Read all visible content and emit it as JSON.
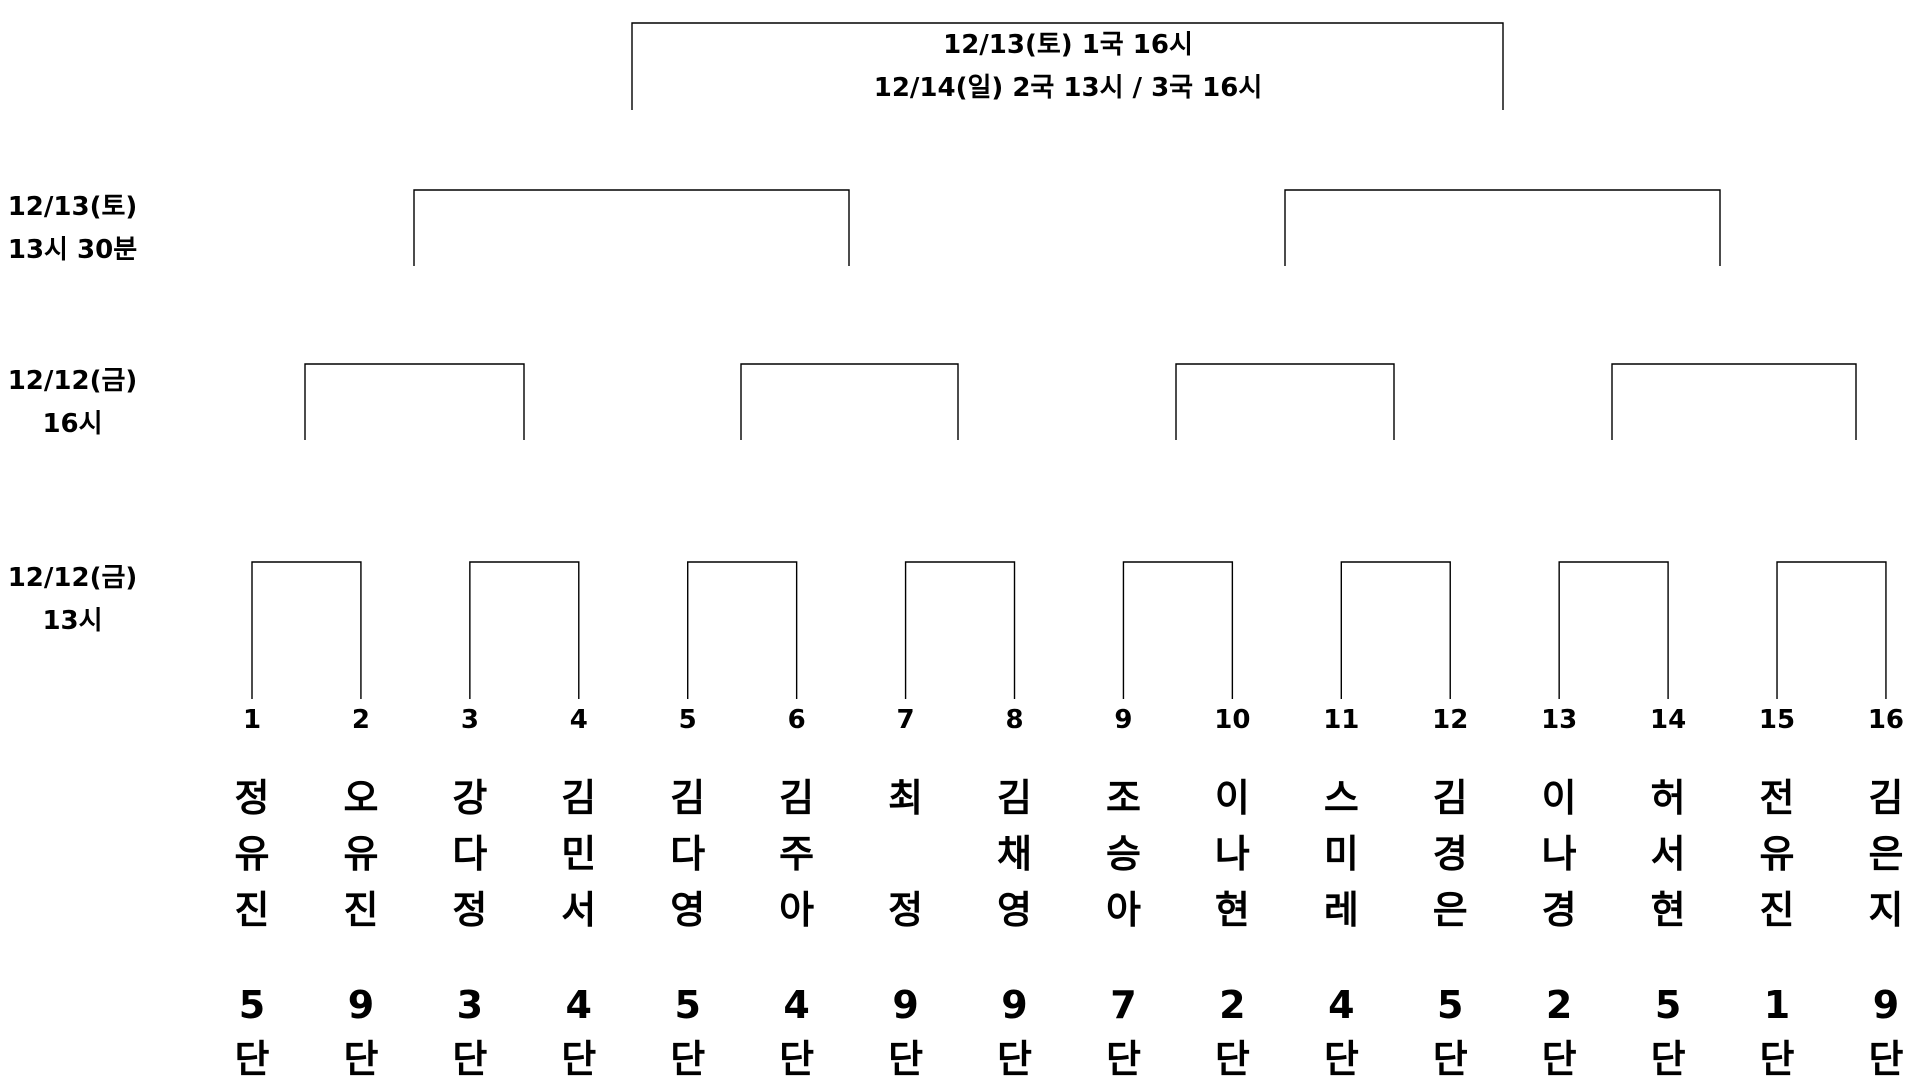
{
  "rounds": {
    "final": {
      "line1": "12/13(토) 1국 16시",
      "line2": "12/14(일) 2국 13시 / 3국 16시"
    },
    "semifinal": {
      "line1": "12/13(토)",
      "line2": "13시 30분"
    },
    "quarterfinal": {
      "line1": "12/12(금)",
      "line2": "16시"
    },
    "round16": {
      "line1": "12/12(금)",
      "line2": "13시"
    }
  },
  "players": [
    {
      "seed": "1",
      "name": [
        "정",
        "유",
        "진"
      ],
      "rank": [
        "5",
        "단"
      ]
    },
    {
      "seed": "2",
      "name": [
        "오",
        "유",
        "진"
      ],
      "rank": [
        "9",
        "단"
      ]
    },
    {
      "seed": "3",
      "name": [
        "강",
        "다",
        "정"
      ],
      "rank": [
        "3",
        "단"
      ]
    },
    {
      "seed": "4",
      "name": [
        "김",
        "민",
        "서"
      ],
      "rank": [
        "4",
        "단"
      ]
    },
    {
      "seed": "5",
      "name": [
        "김",
        "다",
        "영"
      ],
      "rank": [
        "5",
        "단"
      ]
    },
    {
      "seed": "6",
      "name": [
        "김",
        "주",
        "아"
      ],
      "rank": [
        "4",
        "단"
      ]
    },
    {
      "seed": "7",
      "name": [
        "최",
        "",
        "정"
      ],
      "rank": [
        "9",
        "단"
      ]
    },
    {
      "seed": "8",
      "name": [
        "김",
        "채",
        "영"
      ],
      "rank": [
        "9",
        "단"
      ]
    },
    {
      "seed": "9",
      "name": [
        "조",
        "승",
        "아"
      ],
      "rank": [
        "7",
        "단"
      ]
    },
    {
      "seed": "10",
      "name": [
        "이",
        "나",
        "현"
      ],
      "rank": [
        "2",
        "단"
      ]
    },
    {
      "seed": "11",
      "name": [
        "스",
        "미",
        "레"
      ],
      "rank": [
        "4",
        "단"
      ]
    },
    {
      "seed": "12",
      "name": [
        "김",
        "경",
        "은"
      ],
      "rank": [
        "5",
        "단"
      ]
    },
    {
      "seed": "13",
      "name": [
        "이",
        "나",
        "경"
      ],
      "rank": [
        "2",
        "단"
      ]
    },
    {
      "seed": "14",
      "name": [
        "허",
        "서",
        "현"
      ],
      "rank": [
        "5",
        "단"
      ]
    },
    {
      "seed": "15",
      "name": [
        "전",
        "유",
        "진"
      ],
      "rank": [
        "1",
        "단"
      ]
    },
    {
      "seed": "16",
      "name": [
        "김",
        "은",
        "지"
      ],
      "rank": [
        "9",
        "단"
      ]
    }
  ]
}
